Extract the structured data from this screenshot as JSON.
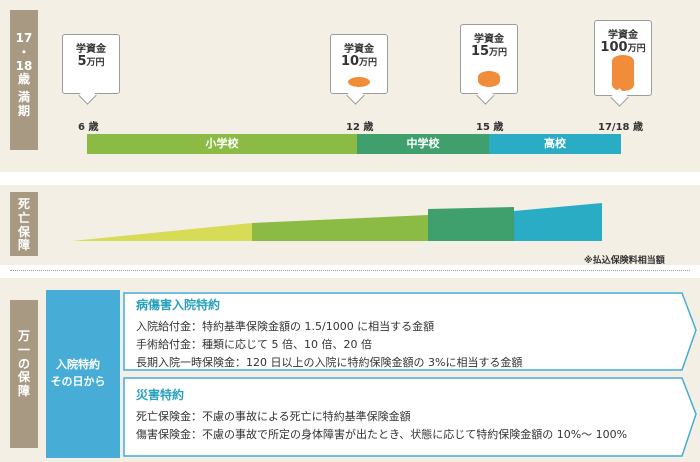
{
  "maturity": {
    "side_label": [
      "17",
      "・",
      "18",
      "歳",
      "満",
      "期"
    ],
    "bubbles": [
      {
        "label": "学資金",
        "amount": "5",
        "unit": "万円",
        "age": "6 歳"
      },
      {
        "label": "学資金",
        "amount": "10",
        "unit": "万円",
        "age": "12 歳"
      },
      {
        "label": "学資金",
        "amount": "15",
        "unit": "万円",
        "age": "15 歳"
      },
      {
        "label": "学資金",
        "amount": "100",
        "unit": "万円",
        "age": "17/18 歳"
      }
    ],
    "stages": [
      {
        "name": "小学校",
        "color": "#8bbb45"
      },
      {
        "name": "中学校",
        "color": "#3fa06e"
      },
      {
        "name": "高校",
        "color": "#2aadc4"
      }
    ]
  },
  "death": {
    "side_label": [
      "死",
      "亡",
      "保",
      "障"
    ],
    "note": "※払込保険料相当額",
    "colors": [
      "#d6dc56",
      "#8bbb45",
      "#3fa06e",
      "#2aadc4"
    ]
  },
  "emergency": {
    "side_label": [
      "万",
      "一",
      "の",
      "保",
      "障"
    ],
    "rider_label_lines": [
      "入院特約",
      "その日から"
    ],
    "box1": {
      "title": "病傷害入院特約",
      "lines": [
        "入院給付金：特約基準保険金額の 1.5/1000 に相当する金額",
        "手術給付金：種類に応じて 5 倍、10 倍、20 倍",
        "長期入院一時保険金：120 日以上の入院に特約保険金額の 3%に相当する金額"
      ]
    },
    "box2": {
      "title": "災害特約",
      "lines": [
        "死亡保険金：不慮の事故による死亡に特約基準保険金額",
        "傷害保険金：不慮の事故で所定の身体障害が出たとき、状態に応じて特約保険金額の 10%～ 100%"
      ]
    }
  }
}
